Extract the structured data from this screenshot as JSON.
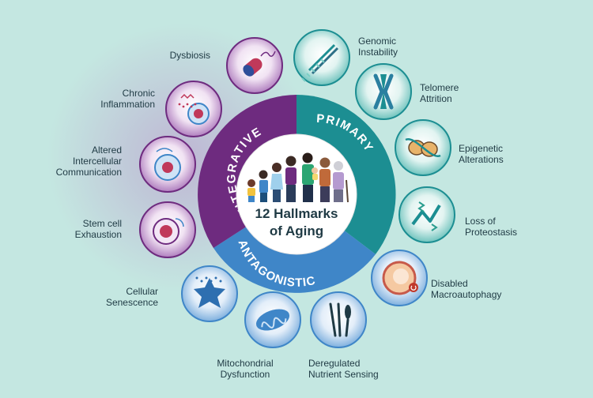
{
  "title": "12 Hallmarks\nof Aging",
  "colors": {
    "background": "#c4e7e1",
    "integrative": "#6e2b7f",
    "primary": "#1c8e92",
    "antagonistic": "#3f86c8",
    "text": "#1f3a44"
  },
  "categories": {
    "integrative": "INTEGRATIVE",
    "primary": "PRIMARY",
    "antagonistic": "ANTAGONISTIC"
  },
  "hallmarks": [
    {
      "id": "genomic",
      "label": "Genomic\nInstability",
      "group": "primary",
      "icon": "dna-helix-icon"
    },
    {
      "id": "telomere",
      "label": "Telomere\nAttrition",
      "group": "primary",
      "icon": "chromosome-icon"
    },
    {
      "id": "epigenetic",
      "label": "Epigenetic\nAlterations",
      "group": "primary",
      "icon": "nucleosome-icon"
    },
    {
      "id": "proteostasis",
      "label": "Loss of\nProteostasis",
      "group": "primary",
      "icon": "protein-icon"
    },
    {
      "id": "autophagy",
      "label": "Disabled\nMacroautophagy",
      "group": "antagonistic",
      "icon": "autophagosome-icon"
    },
    {
      "id": "nutrient",
      "label": "Deregulated\nNutrient Sensing",
      "group": "antagonistic",
      "icon": "cutlery-icon"
    },
    {
      "id": "mito",
      "label": "Mitochondrial\nDysfunction",
      "group": "antagonistic",
      "icon": "mitochondria-icon"
    },
    {
      "id": "senescence",
      "label": "Cellular\nSenescence",
      "group": "antagonistic",
      "icon": "senescent-cell-icon"
    },
    {
      "id": "stem",
      "label": "Stem cell\nExhaustion",
      "group": "integrative",
      "icon": "stem-cell-icon"
    },
    {
      "id": "intercellular",
      "label": "Altered\nIntercellular\nCommunication",
      "group": "integrative",
      "icon": "cell-signal-icon"
    },
    {
      "id": "inflammation",
      "label": "Chronic\nInflammation",
      "group": "integrative",
      "icon": "immune-cell-icon"
    },
    {
      "id": "dysbiosis",
      "label": "Dysbiosis",
      "group": "integrative",
      "icon": "bacterium-icon"
    }
  ]
}
